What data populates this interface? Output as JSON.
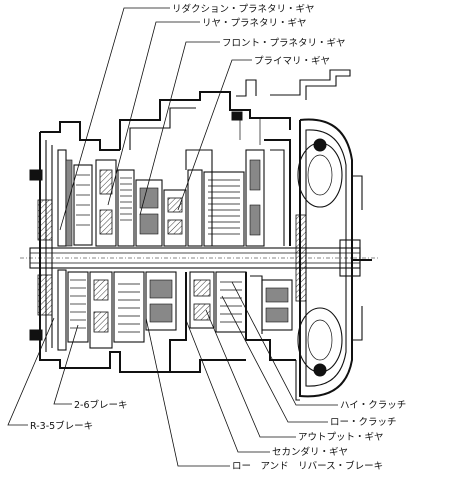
{
  "labels": {
    "reduction_planetary_gear": "リダクション・プラネタリ・ギヤ",
    "rear_planetary_gear": "リヤ・プラネタリ・ギヤ",
    "front_planetary_gear": "フロント・プラネタリ・ギヤ",
    "primary_gear": "プライマリ・ギヤ",
    "high_clutch": "ハイ・クラッチ",
    "low_clutch": "ロー・クラッチ",
    "output_gear": "アウトプット・ギヤ",
    "secondary_gear": "セカンダリ・ギヤ",
    "low_and_reverse_brake": "ロー　アンド　リバース・ブレーキ",
    "brake_2_6": "2-6ブレーキ",
    "brake_r_3_5": "R-3-5ブレーキ"
  }
}
